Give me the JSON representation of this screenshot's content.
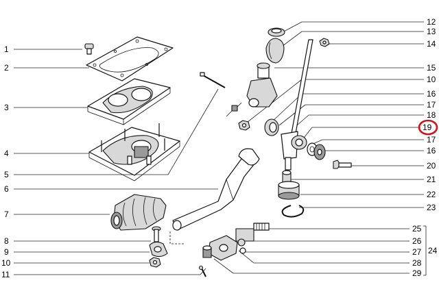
{
  "callouts_left": [
    "1",
    "2",
    "3",
    "4",
    "5",
    "6",
    "7",
    "8",
    "9",
    "10",
    "11"
  ],
  "callouts_right": [
    "12",
    "13",
    "14",
    "15",
    "10",
    "16",
    "17",
    "18",
    "19",
    "17",
    "16",
    "20",
    "21",
    "22",
    "23",
    "25",
    "26",
    "27",
    "28",
    "29"
  ],
  "group_label": "24",
  "highlight": {
    "callout": "19",
    "color": "#d0121b"
  }
}
